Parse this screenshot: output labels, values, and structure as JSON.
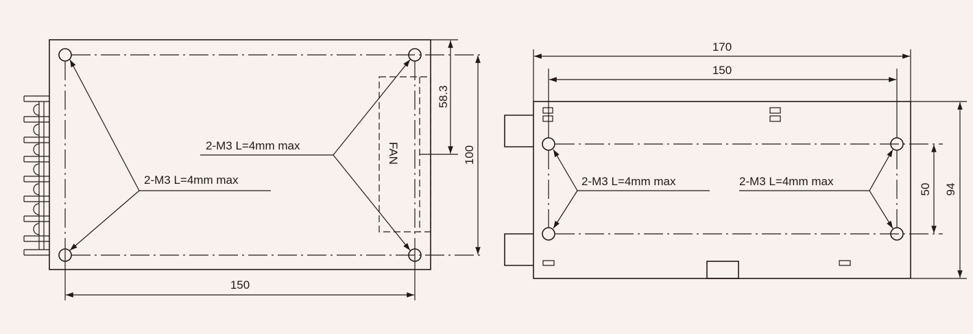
{
  "colors": {
    "background": "#f9f1ed",
    "ink": "#231815"
  },
  "left_view": {
    "hole_label_right": "2-M3 L=4mm max",
    "hole_label_left": "2-M3 L=4mm max",
    "fan_label": "FAN",
    "dim_width": "150",
    "dim_fan_offset": "58.3",
    "dim_height": "100"
  },
  "right_view": {
    "hole_label_left": "2-M3  L=4mm max",
    "hole_label_right": "2-M3  L=4mm max",
    "dim_overall_width": "170",
    "dim_hole_width": "150",
    "dim_hole_height": "50",
    "dim_overall_height": "94"
  }
}
